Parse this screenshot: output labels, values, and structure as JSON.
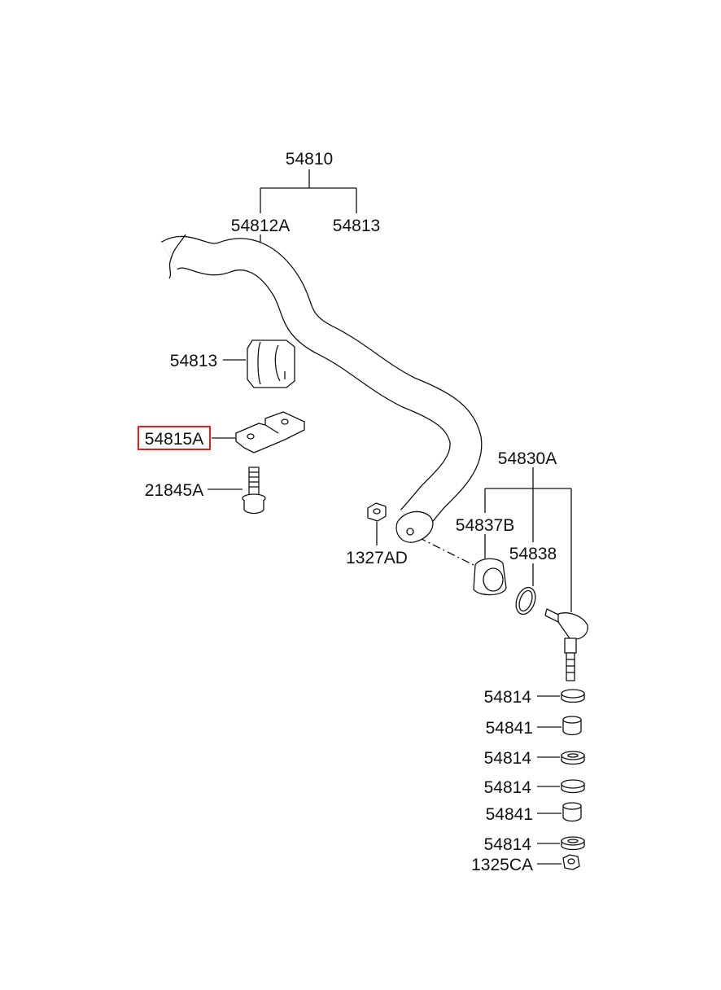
{
  "labels": {
    "assy_54810": "54810",
    "bar_54812a": "54812A",
    "bush_54813_top": "54813",
    "bush_54813": "54813",
    "bracket_54815a": "54815A",
    "bolt_21845a": "21845A",
    "nut_1327ad": "1327AD",
    "link_54830a": "54830A",
    "cap_54837b": "54837B",
    "ring_54838": "54838",
    "washer_54814_1": "54814",
    "bush_54841_1": "54841",
    "washer_54814_2": "54814",
    "washer_54814_3": "54814",
    "bush_54841_2": "54841",
    "washer_54814_4": "54814",
    "nut_1325ca": "1325CA"
  },
  "highlight": {
    "part": "54815A",
    "color": "#e02020"
  }
}
